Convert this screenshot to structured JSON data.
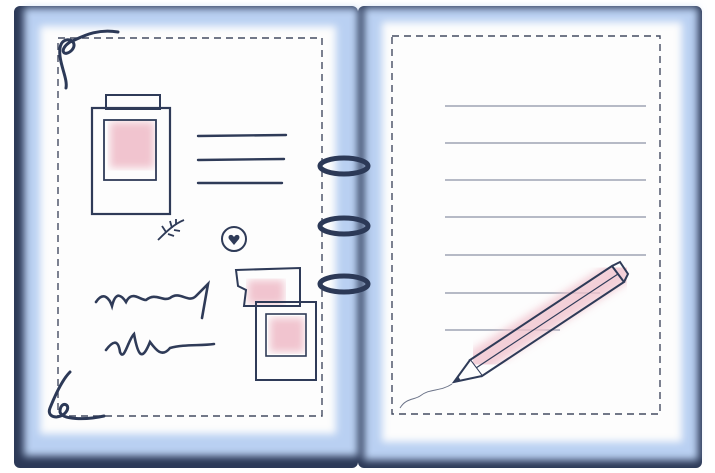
{
  "illustration": {
    "subject": "open-notebook",
    "colors": {
      "cover": "#2c3957",
      "page_border": "#b9d0f2",
      "page": "#fdfdfd",
      "ink": "#2f3b58",
      "pink": "#f1c4cf",
      "ruled_line": "#8b93a6"
    },
    "ruled_lines": 7,
    "rings": 3
  }
}
